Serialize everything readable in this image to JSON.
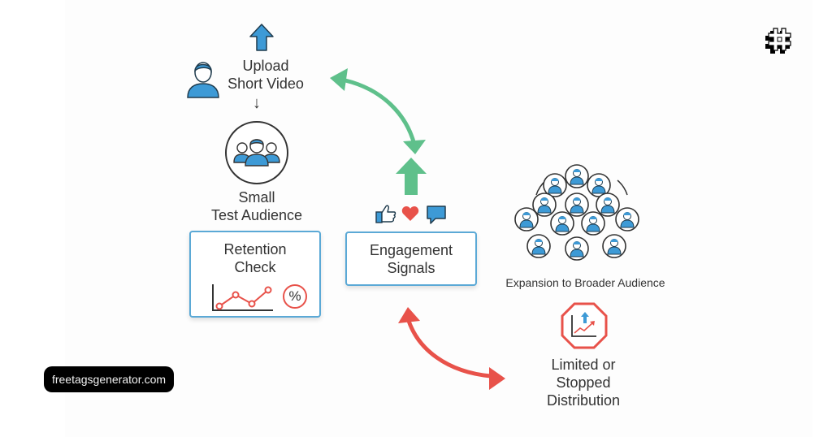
{
  "colors": {
    "blue_accent": "#3d9ad6",
    "green_arrow": "#5fc08b",
    "red_arrow": "#e8524a",
    "box_border": "#5ba9d6",
    "text": "#333333",
    "pill_bg": "#000000"
  },
  "diagram": {
    "upload": {
      "line1": "Upload",
      "line2": "Short Video",
      "down_arrow": "↓"
    },
    "small_audience": {
      "line1": "Small",
      "line2": "Test Audience"
    },
    "retention": {
      "line1": "Retention",
      "line2": "Check",
      "percent_symbol": "%"
    },
    "engagement": {
      "line1": "Engagement",
      "line2": "Signals"
    },
    "expansion": {
      "label": "Expansion to Broader Audience"
    },
    "limited": {
      "line1": "Limited or",
      "line2": "Stopped",
      "line3": "Distribution"
    }
  },
  "icons": {
    "upload_arrow": "upload-arrow-icon",
    "user": "user-icon",
    "group": "group-icon",
    "line_chart": "line-chart-icon",
    "percent": "percent-icon",
    "thumbs_up": "thumbs-up-icon",
    "heart": "heart-icon",
    "comment": "comment-icon",
    "crowd": "crowd-icon",
    "stop_sign": "stop-sign-icon",
    "hashtag_logo": "hashtag-logo-icon"
  },
  "watermark": {
    "site": "freetagsgenerator.com"
  }
}
